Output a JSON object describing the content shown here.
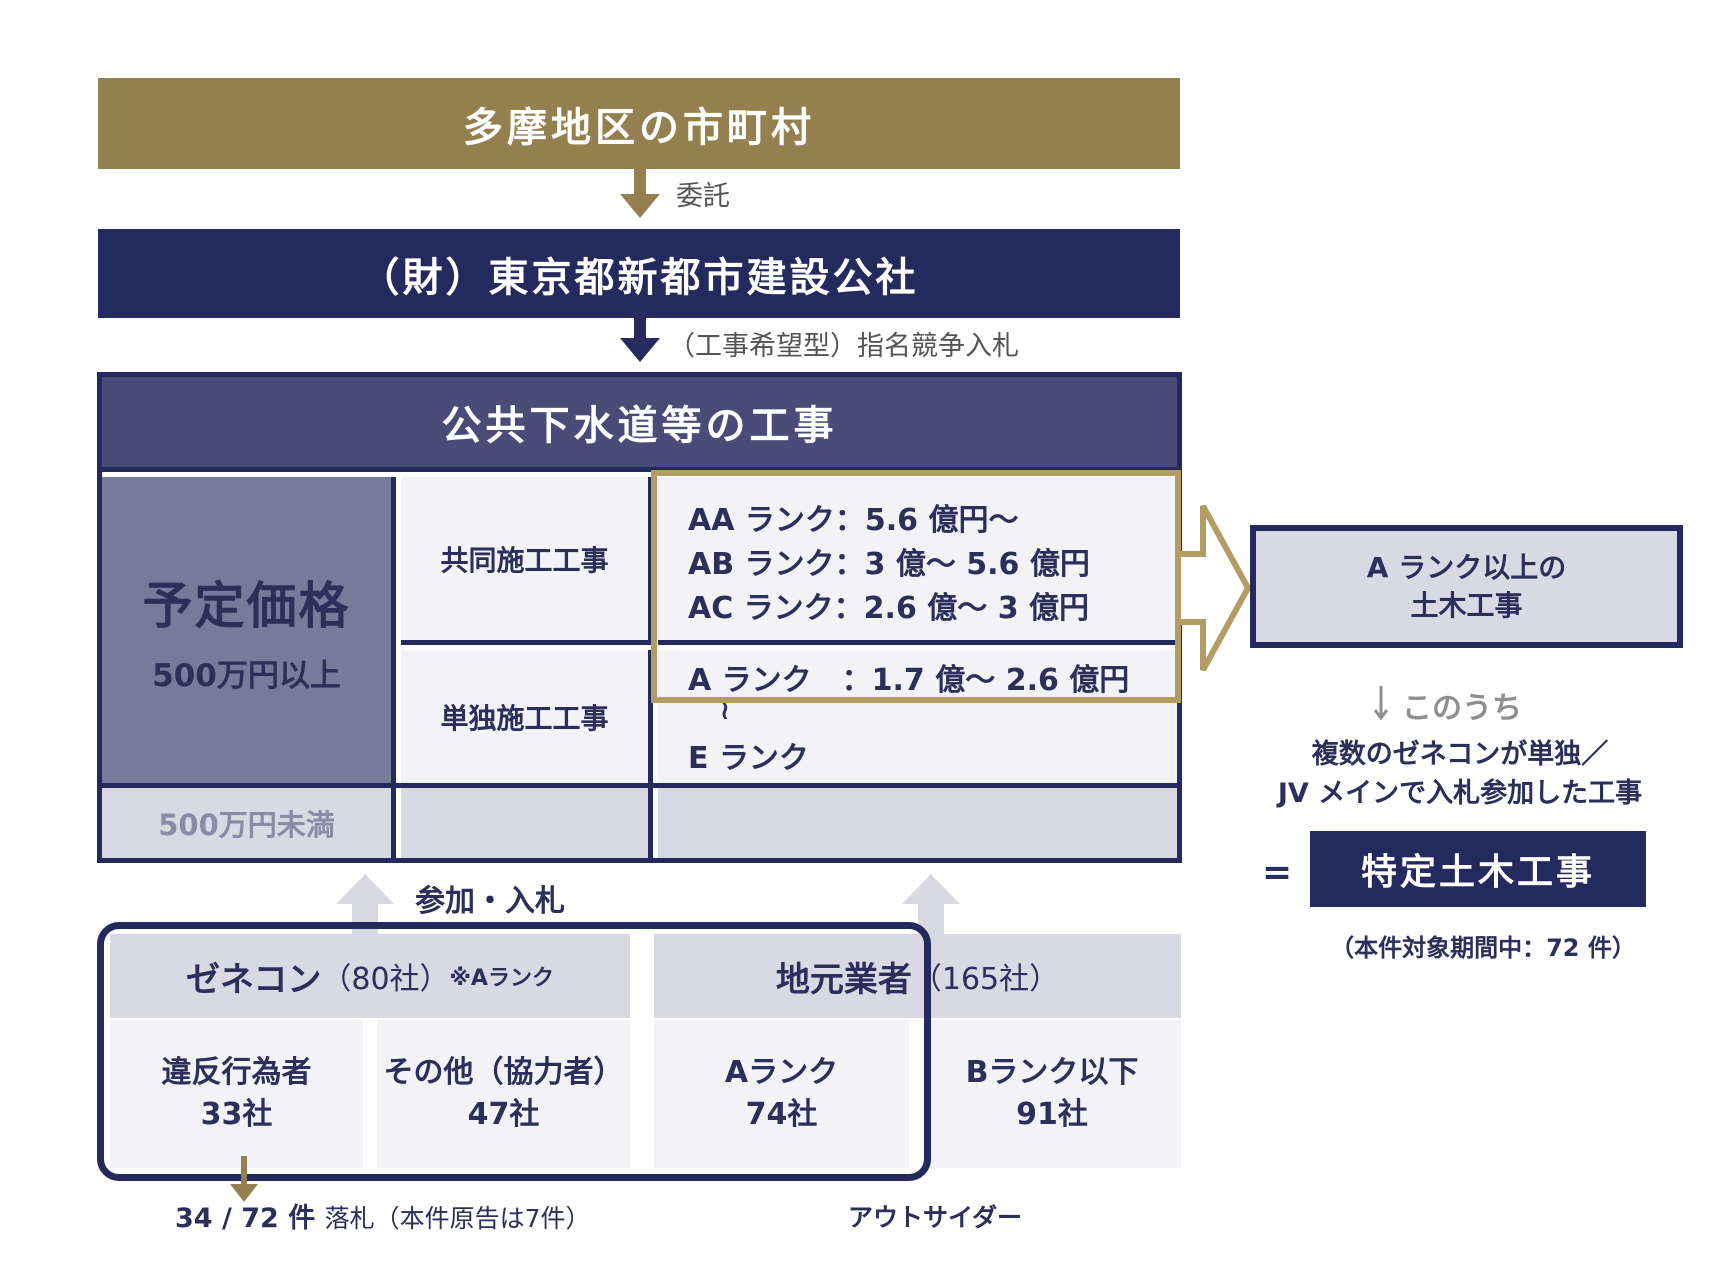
{
  "colors": {
    "gold": "#94804f",
    "gold_frame": "#b49d63",
    "navy": "#252a5e",
    "purple_header": "#4a4c78",
    "grey_cell": "#767a9c",
    "light_cell": "#f2f2f7",
    "muted_cell": "#d9d9e4"
  },
  "top": {
    "municipalities": "多摩地区の市町村",
    "commission_label": "委託",
    "corporation": "（財）東京都新都市建設公社",
    "bidding_label": "（工事希望型）指名競争入札"
  },
  "works": {
    "header": "公共下水道等の工事",
    "price_title": "予定価格",
    "price_over": "500万円以上",
    "price_under": "500万円未満",
    "joint": "共同施工工事",
    "single": "単独施工工事",
    "rank_aa": "AA ランク：5.6 億円〜",
    "rank_ab": "AB ランク：3 億〜 5.6 億円",
    "rank_ac": "AC ランク：2.6 億〜 3 億円",
    "rank_a": "A ランク　：1.7 億〜 2.6 億円",
    "tilde": "≀",
    "rank_e": "E ランク"
  },
  "right": {
    "a_rank_line1": "A ランク以上の",
    "a_rank_line2": "土木工事",
    "kono_uchi": "このうち",
    "multiple_line1": "複数のゼネコンが単独／",
    "multiple_line2": "JV メインで入札参加した工事",
    "equal": "=",
    "specific": "特定土木工事",
    "period": "（本件対象期間中：72 件）"
  },
  "participants": {
    "join_label": "参加・入札",
    "zenecon_title": "ゼネコン",
    "zenecon_count": "（80社）",
    "zenecon_note": "※Aランク",
    "local_title": "地元業者",
    "local_count": "（165社）",
    "violator_label": "違反行為者",
    "violator_count": "33社",
    "other_label": "その他（協力者）",
    "other_count": "47社",
    "local_a_label": "Aランク",
    "local_a_count": "74社",
    "local_b_label": "Bランク以下",
    "local_b_count": "91社",
    "award_count": "34 / 72 件",
    "award_text": "落札（本件原告は7件）",
    "outsider": "アウトサイダー"
  }
}
